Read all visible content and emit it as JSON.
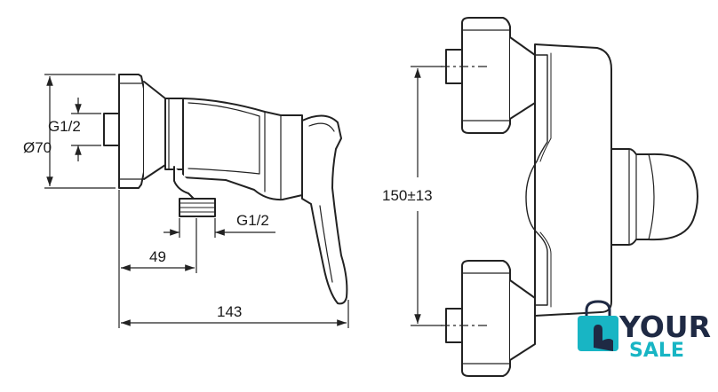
{
  "side_view": {
    "dim_thread_inlet": "G1/2",
    "dim_diameter": "Ø70",
    "dim_thread_outlet": "G1/2",
    "dim_outlet_offset": "49",
    "dim_total_depth": "143"
  },
  "front_view": {
    "dim_center_distance": "150±13"
  },
  "logo": {
    "word_top": "YOUR",
    "word_bottom": "SALE",
    "color_dark": "#1f2a44",
    "color_accent": "#18b5c4"
  }
}
